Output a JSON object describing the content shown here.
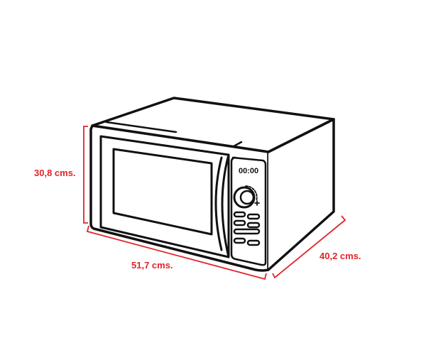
{
  "diagram": {
    "subject": "microwave",
    "display_text": "00:00",
    "dimensions": {
      "height": "30,8 cms.",
      "width": "51,7 cms.",
      "depth": "40,2 cms."
    },
    "colors": {
      "dimension": "#e0242a",
      "outline": "#111111"
    }
  }
}
